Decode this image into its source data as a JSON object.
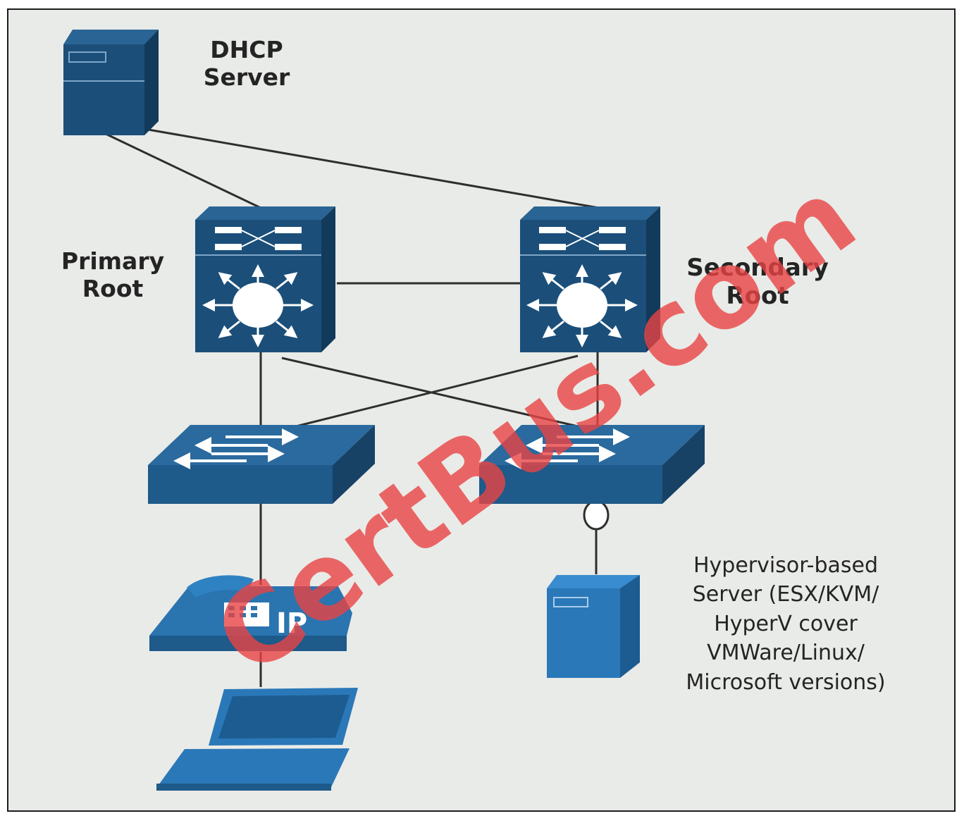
{
  "labels": {
    "dhcp": [
      "DHCP",
      "Server"
    ],
    "primary": [
      "Primary",
      "Root"
    ],
    "secondary": [
      "Secondary",
      "Root"
    ],
    "hypervisor": [
      "Hypervisor-based",
      "Server (ESX/KVM/",
      "HyperV cover",
      "VMWare/Linux/",
      "Microsoft versions)"
    ]
  },
  "phone_badge": "IP",
  "watermark": "CertBus.com",
  "colors": {
    "device_dark": "#1b4f7a",
    "device_mid": "#225d8a",
    "device_light": "#2c78b6",
    "link": "#2e2e2e",
    "watermark": "#e94444"
  },
  "icons": [
    "dhcp-server-icon",
    "primary-root-switch-icon",
    "secondary-root-switch-icon",
    "access-switch-left-icon",
    "access-switch-right-icon",
    "ip-phone-icon",
    "laptop-icon",
    "hypervisor-server-icon"
  ]
}
